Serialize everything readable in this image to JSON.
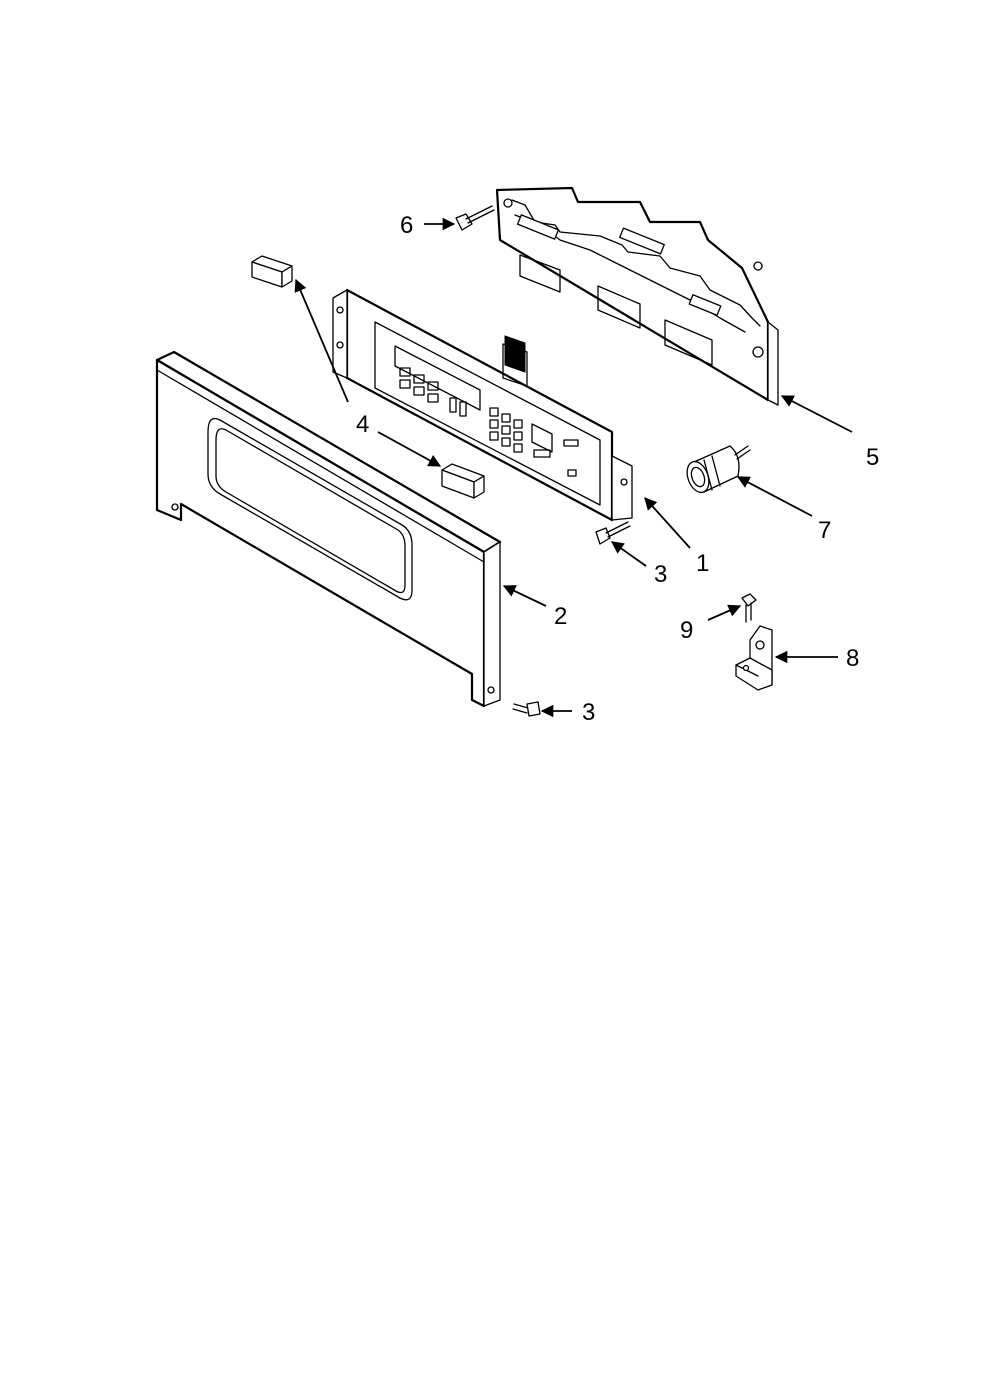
{
  "callouts": {
    "c1": "1",
    "c2": "2",
    "c3a": "3",
    "c3b": "3",
    "c4": "4",
    "c5": "5",
    "c6": "6",
    "c7": "7",
    "c8": "8",
    "c9": "9"
  },
  "colors": {
    "line": "#000000",
    "background": "#ffffff"
  }
}
